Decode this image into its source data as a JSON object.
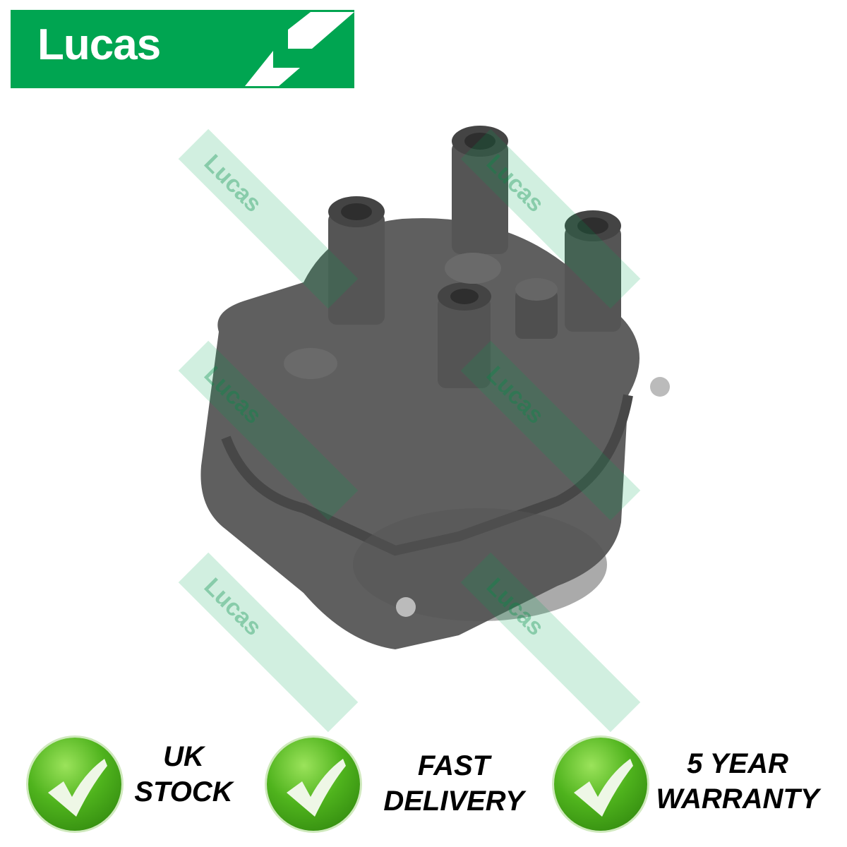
{
  "brand": {
    "logo_text": "Lucas",
    "color": "#00a551"
  },
  "watermark_text": "Lucas",
  "badges": [
    {
      "line1": "UK",
      "line2": "STOCK",
      "icon": "check-circle-icon"
    },
    {
      "line1": "FAST",
      "line2": "DELIVERY",
      "icon": "check-circle-icon"
    },
    {
      "line1": "5 YEAR",
      "line2": "WARRANTY",
      "icon": "check-circle-icon"
    }
  ]
}
